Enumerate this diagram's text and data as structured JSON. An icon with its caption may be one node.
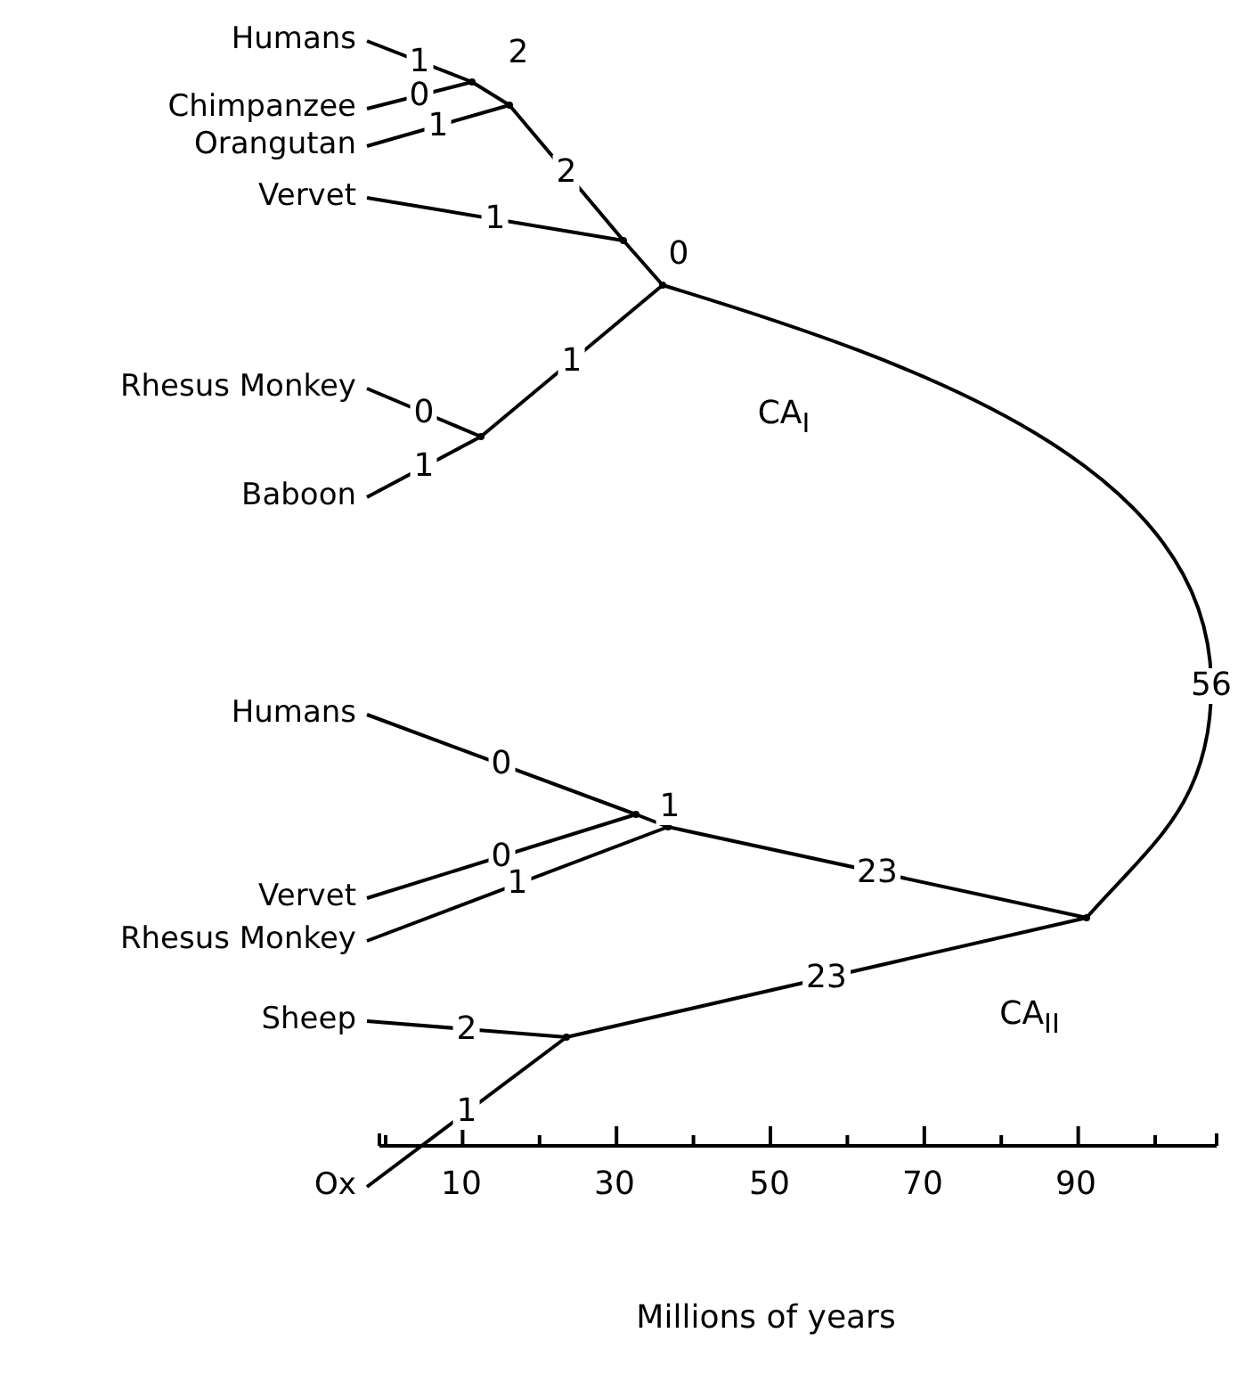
{
  "diagram": {
    "nodes": [
      {
        "text": [
          "Humans"
        ]
      },
      {
        "text": [
          "Chimpanzee"
        ]
      },
      {
        "text": [
          "Orangutan"
        ]
      },
      {
        "text": [
          "Vervet"
        ]
      },
      {
        "text": [
          "Rhesus Monkey"
        ]
      },
      {
        "text": [
          "Baboon"
        ]
      },
      {
        "text": [
          "Humans"
        ]
      },
      {
        "text": [
          "Vervet"
        ]
      },
      {
        "text": [
          "Rhesus Monkey"
        ]
      },
      {
        "text": [
          "Sheep"
        ]
      },
      {
        "text": [
          "Ox"
        ]
      },
      {
        "text": [],
        "shape": "point"
      },
      {
        "text": [],
        "shape": "point"
      },
      {
        "text": [],
        "shape": "point"
      },
      {
        "text": [],
        "shape": "point"
      },
      {
        "text": [],
        "shape": "point"
      },
      {
        "text": [],
        "shape": "point"
      },
      {
        "text": [],
        "shape": "point"
      },
      {
        "text": [],
        "shape": "point"
      },
      {
        "text": [],
        "shape": "point"
      }
    ],
    "edges": [
      {
        "from": 0,
        "to": 11,
        "arrow": "none",
        "label": "1"
      },
      {
        "from": 1,
        "to": 11,
        "arrow": "none",
        "label": "0"
      },
      {
        "from": 11,
        "to": 12,
        "arrow": "none",
        "label": "2"
      },
      {
        "from": 2,
        "to": 12,
        "arrow": "none",
        "label": "1"
      },
      {
        "from": 12,
        "to": 13,
        "arrow": "none",
        "label": "2"
      },
      {
        "from": 3,
        "to": 13,
        "arrow": "none",
        "label": "1"
      },
      {
        "from": 13,
        "to": 14,
        "arrow": "none",
        "label": "0"
      },
      {
        "from": 4,
        "to": 15,
        "arrow": "none",
        "label": "0"
      },
      {
        "from": 5,
        "to": 15,
        "arrow": "none",
        "label": "1"
      },
      {
        "from": 15,
        "to": 14,
        "arrow": "none",
        "label": "1"
      },
      {
        "from": 14,
        "to": 18,
        "arrow": "none",
        "label": "56"
      },
      {
        "from": 6,
        "to": 16,
        "arrow": "none",
        "label": "0"
      },
      {
        "from": 7,
        "to": 16,
        "arrow": "none",
        "label": "0"
      },
      {
        "from": 16,
        "to": 17,
        "arrow": "none",
        "label": "1"
      },
      {
        "from": 8,
        "to": 17,
        "arrow": "none",
        "label": "1"
      },
      {
        "from": 17,
        "to": 18,
        "arrow": "none",
        "label": "23"
      },
      {
        "from": 9,
        "to": 19,
        "arrow": "none",
        "label": "2"
      },
      {
        "from": 10,
        "to": 19,
        "arrow": "none",
        "label": "1"
      },
      {
        "from": 19,
        "to": 18,
        "arrow": "none",
        "label": "23"
      }
    ],
    "labels": [
      "CA$_{I}$",
      "CA$_{II}$",
      "10",
      "30",
      "50",
      "70",
      "90",
      "Millions of years"
    ]
  }
}
